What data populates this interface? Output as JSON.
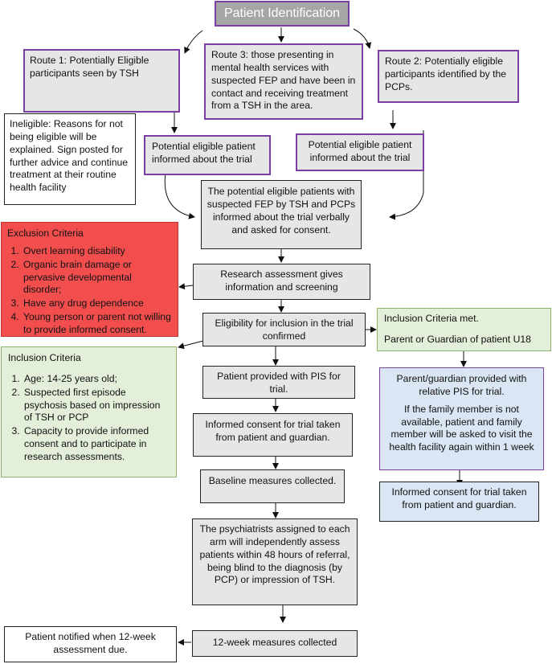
{
  "title": "Patient Identification",
  "route1": "Route 1: Potentially Eligible participants seen by TSH",
  "route3": "Route 3: those presenting in mental health services with suspected FEP and have been in contact and receiving treatment from a TSH in the area.",
  "route2": "Route 2: Potentially eligible participants identified by the PCPs.",
  "ineligible": "Ineligible:  Reasons for not being eligible will be explained. Sign posted for further advice and continue treatment at their routine health facility",
  "informed_left": "Potential eligible patient informed about the trial",
  "informed_right": "Potential eligible patient informed about the trial",
  "consent_ask": "The potential eligible patients with suspected FEP by TSH and PCPs informed about the trial verbally and asked for consent.",
  "exclusion": {
    "title": "Exclusion Criteria",
    "items": [
      "Overt learning disability",
      "Organic brain damage or pervasive developmental disorder;",
      "Have any drug dependence",
      "Young person or parent not willing to provide informed consent."
    ]
  },
  "research": "Research assessment gives information and screening",
  "eligibility": "Eligibility for inclusion in the trial confirmed",
  "inclusion_met": {
    "line1": "Inclusion Criteria met.",
    "line2": "Parent or Guardian of patient U18"
  },
  "inclusion": {
    "title": "Inclusion Criteria",
    "items": [
      "Age: 14-25 years old;",
      "Suspected first episode psychosis based on impression of TSH or PCP",
      "Capacity to provide informed consent and to participate in research assessments."
    ]
  },
  "pis": "Patient provided with PIS for trial.",
  "parent": {
    "line1": "Parent/guardian provided with relative PIS for trial.",
    "line2": "If the family member is not available, patient and family member will be asked to visit the health facility again within 1 week"
  },
  "consent_left": "Informed consent for trial taken from patient and guardian.",
  "consent_right": "Informed consent for trial taken from patient and guardian.",
  "baseline": "Baseline measures collected.",
  "psychiatrists": "The psychiatrists assigned to each arm will independently assess patients within 48 hours of referral, being blind to the diagnosis (by PCP) or impression of TSH.",
  "notified": "Patient notified when 12-week assessment due.",
  "week12": "12-week measures collected"
}
